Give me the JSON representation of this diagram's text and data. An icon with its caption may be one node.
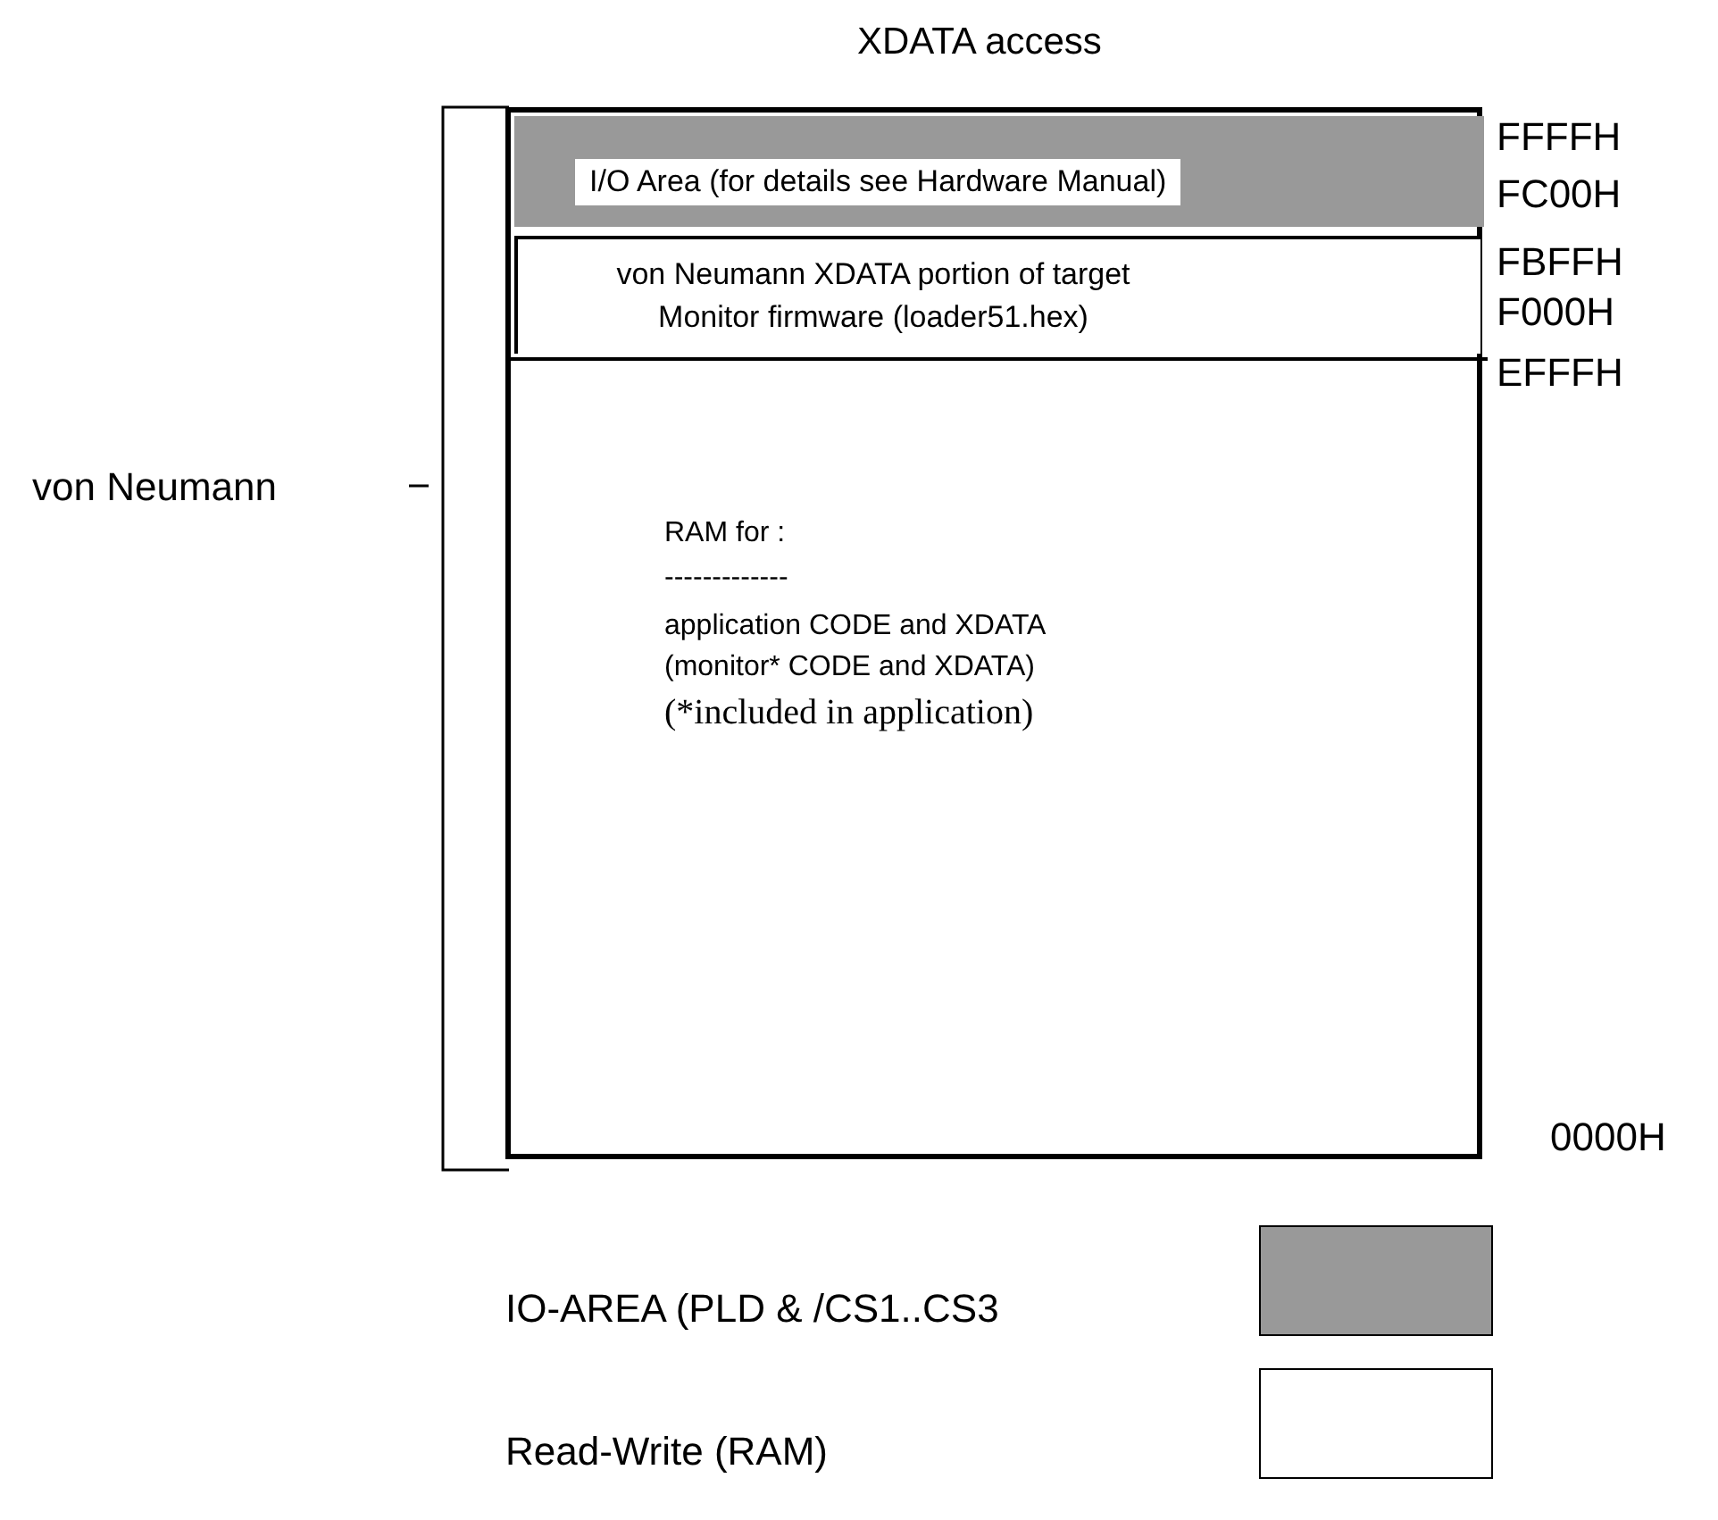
{
  "diagram": {
    "title": "XDATA access",
    "nodes": [
      {
        "text": [],
        "shape": "box"
      },
      {
        "text": [
          "I/O Area (for details see Hardware Manual)"
        ],
        "in": 0
      },
      {
        "text": [
          "von Neumann XDATA portion of target Monitor firmware (loader51.hex)"
        ],
        "in": 0
      },
      {
        "text": [
          "RAM for :",
          "-------------",
          "application CODE and XDATA",
          "(monitor* CODE and XDATA)",
          "(*included in application)"
        ],
        "in": 0
      }
    ],
    "labels": [
      "FFFFH",
      "FC00H",
      "FBFFH",
      "F000H",
      "EFFFH",
      "von Neumann",
      "0000H"
    ],
    "legend": [
      {
        "text": "IO-AREA (PLD & /CS1..CS3",
        "color": "#999999"
      },
      {
        "text": "Read-Write (RAM)",
        "color": "#ffffff"
      }
    ]
  }
}
